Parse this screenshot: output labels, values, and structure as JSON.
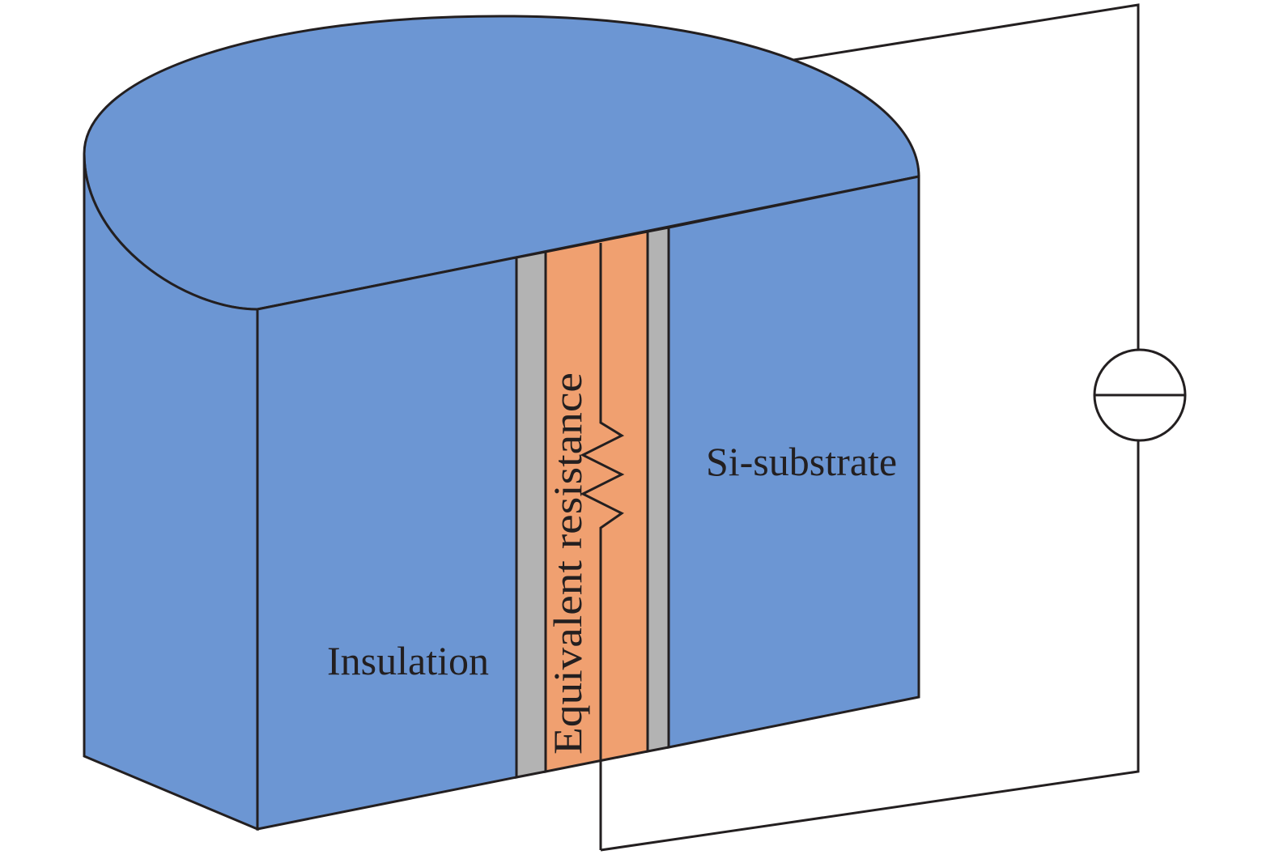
{
  "labels": {
    "insulation": "Insulation",
    "equivalent_resistance": "Equivalent resistance",
    "si_substrate": "Si-substrate"
  },
  "colors": {
    "block_fill": "#6c96d3",
    "resistance_fill": "#f0a070",
    "liner_fill": "#b3b3b3",
    "stroke": "#231f20"
  },
  "icons": {
    "source": "current-source-icon",
    "resistor": "resistor-zigzag-icon"
  }
}
